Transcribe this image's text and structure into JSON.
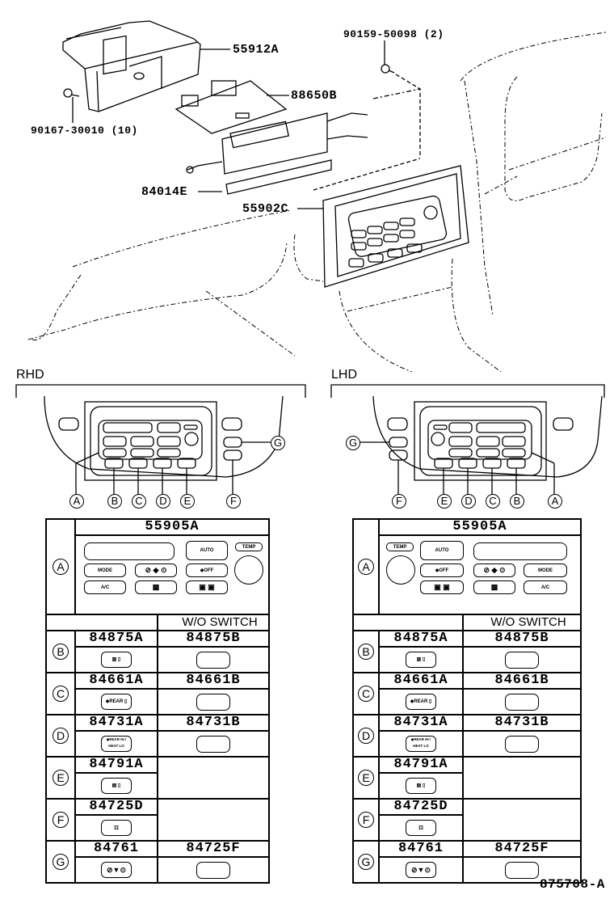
{
  "diagram": {
    "callouts": {
      "console_frame": "55912A",
      "screw_top": "90159-50098 (2)",
      "control_board": "88650B",
      "screw_left": "90167-30010 (10)",
      "harness": "84014E",
      "bezel": "55902C"
    },
    "sections": [
      {
        "id": "rhd",
        "title": "RHD",
        "panel_markers": [
          "A",
          "B",
          "C",
          "D",
          "E",
          "F",
          "G"
        ],
        "table": {
          "wo_switch_header": "W/O SWITCH",
          "row_a": {
            "marker": "A",
            "part": "55905A",
            "buttons": {
              "auto": "AUTO",
              "temp": "TEMP",
              "mode": "MODE",
              "fan": "⊘ ◆ ⊙",
              "off": "◆OFF",
              "ac": "A/C",
              "def": "defrost",
              "recirc": "recirc"
            }
          },
          "rows": [
            {
              "marker": "B",
              "part": "84875A",
              "wo_part": "84875B",
              "switch_label": "▥ ▯"
            },
            {
              "marker": "C",
              "part": "84661A",
              "wo_part": "84661B",
              "switch_label": "◆REAR ▯"
            },
            {
              "marker": "D",
              "part": "84731A",
              "wo_part": "84731B",
              "switch_label": "◆REAR HI / HEAT LO"
            },
            {
              "marker": "E",
              "part": "84791A",
              "wo_part": "",
              "switch_label": "▤ ▯"
            },
            {
              "marker": "F",
              "part": "84725D",
              "wo_part": "",
              "switch_label": "⌑"
            },
            {
              "marker": "G",
              "part": "84761",
              "wo_part": "84725F",
              "switch_label": "⊘▼⊙"
            }
          ]
        }
      },
      {
        "id": "lhd",
        "title": "LHD",
        "panel_markers": [
          "G",
          "F",
          "E",
          "D",
          "C",
          "B",
          "A"
        ],
        "table": {
          "wo_switch_header": "W/O SWITCH",
          "row_a": {
            "marker": "A",
            "part": "55905A",
            "buttons": {
              "auto": "AUTO",
              "temp": "TEMP",
              "mode": "MODE",
              "fan": "⊘ ◆ ⊙",
              "off": "◆OFF",
              "ac": "A/C",
              "def": "defrost",
              "recirc": "recirc"
            }
          },
          "rows": [
            {
              "marker": "B",
              "part": "84875A",
              "wo_part": "84875B",
              "switch_label": "▥ ▯"
            },
            {
              "marker": "C",
              "part": "84661A",
              "wo_part": "84661B",
              "switch_label": "◆REAR ▯"
            },
            {
              "marker": "D",
              "part": "84731A",
              "wo_part": "84731B",
              "switch_label": "◆REAR HI / HEAT LO"
            },
            {
              "marker": "E",
              "part": "84791A",
              "wo_part": "",
              "switch_label": "▤ ▯"
            },
            {
              "marker": "F",
              "part": "84725D",
              "wo_part": "",
              "switch_label": "⌑"
            },
            {
              "marker": "G",
              "part": "84761",
              "wo_part": "84725F",
              "switch_label": "⊘▼⊙"
            }
          ]
        }
      }
    ],
    "figure_code": "875708-A"
  }
}
